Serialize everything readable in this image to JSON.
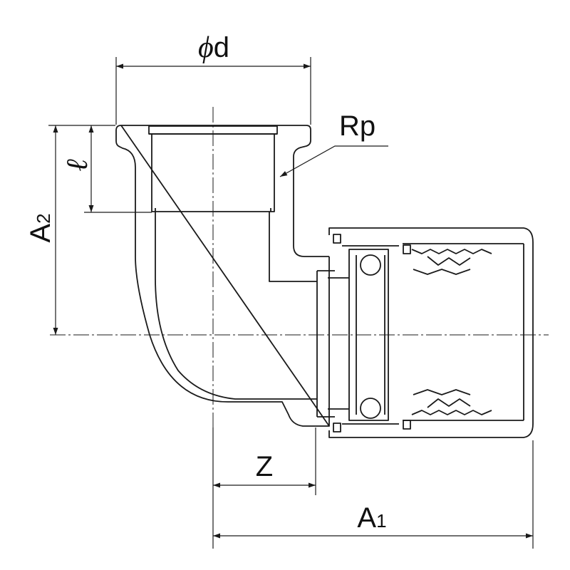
{
  "labels": {
    "phi": "ϕ",
    "diameter": "d",
    "thread": "Rp",
    "thread_length": "ℓ",
    "a2_main": "A",
    "a2_sub": "2",
    "z": "Z",
    "a1_main": "A",
    "a1_sub": "1"
  },
  "colors": {
    "line": "#1a1a1a",
    "background": "#ffffff"
  }
}
